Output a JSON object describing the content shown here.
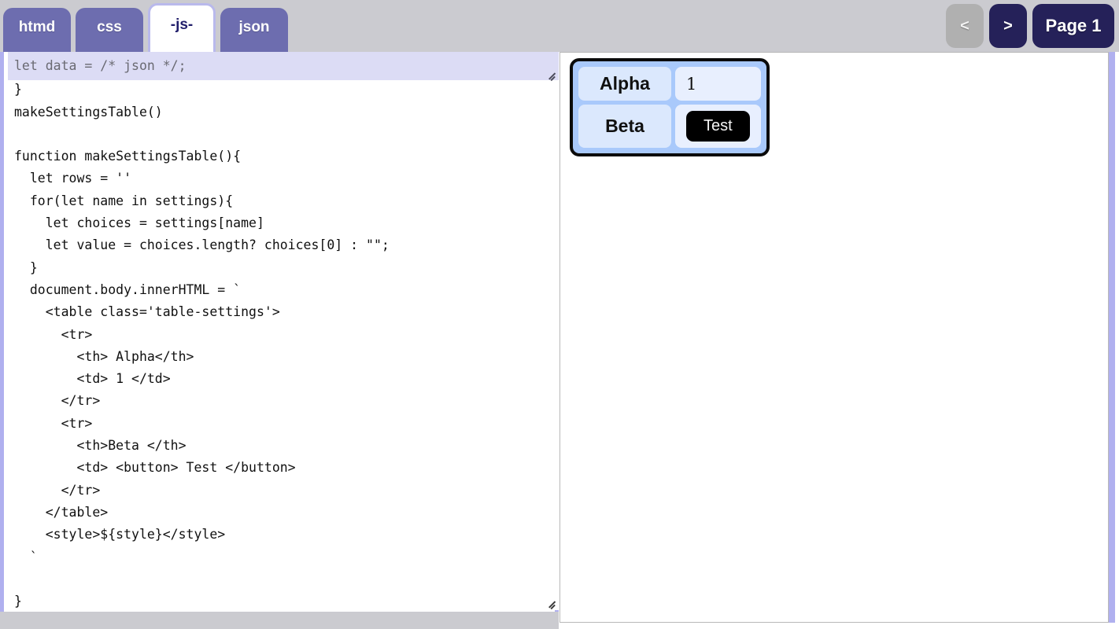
{
  "topbar": {
    "tabs": [
      {
        "label": "htmd",
        "active": false
      },
      {
        "label": "css",
        "active": false
      },
      {
        "label": "-js-",
        "active": true
      },
      {
        "label": "json",
        "active": false
      }
    ],
    "nav": {
      "prev_label": "<",
      "next_label": ">",
      "page_label": "Page 1"
    }
  },
  "editor": {
    "overlay_value": "let data = /* json */;",
    "overlay_placeholder": "let data = /* json */;",
    "code": "    'beta' : words('a b c d e')\n}\nmakeSettingsTable()\n\nfunction makeSettingsTable(){\n  let rows = ''\n  for(let name in settings){\n    let choices = settings[name]\n    let value = choices.length? choices[0] : \"\";\n  }\n  document.body.innerHTML = `\n    <table class='table-settings'>\n      <tr>\n        <th> Alpha</th>\n        <td> 1 </td>\n      </tr>\n      <tr>\n        <th>Beta </th>\n        <td> <button> Test </button>\n      </tr>\n    </table>\n    <style>${style}</style>\n  `\n\n}"
  },
  "preview": {
    "table": {
      "rows": [
        {
          "name": "Alpha",
          "value": "1",
          "kind": "text"
        },
        {
          "name": "Beta",
          "value": "Test",
          "kind": "button"
        }
      ]
    }
  },
  "colors": {
    "tab_inactive": "#6d6daf",
    "tab_active_text": "#221f6b",
    "nav_button": "#252159",
    "nav_disabled": "#b0b0b0",
    "rail": "#b0b0ef",
    "overlay_bg": "#dcdcf5",
    "table_bg": "#a9c9fb",
    "cell_bg": "#dbe8fd",
    "button_bg": "#000000",
    "topbar_bg": "#cbcbd0"
  }
}
